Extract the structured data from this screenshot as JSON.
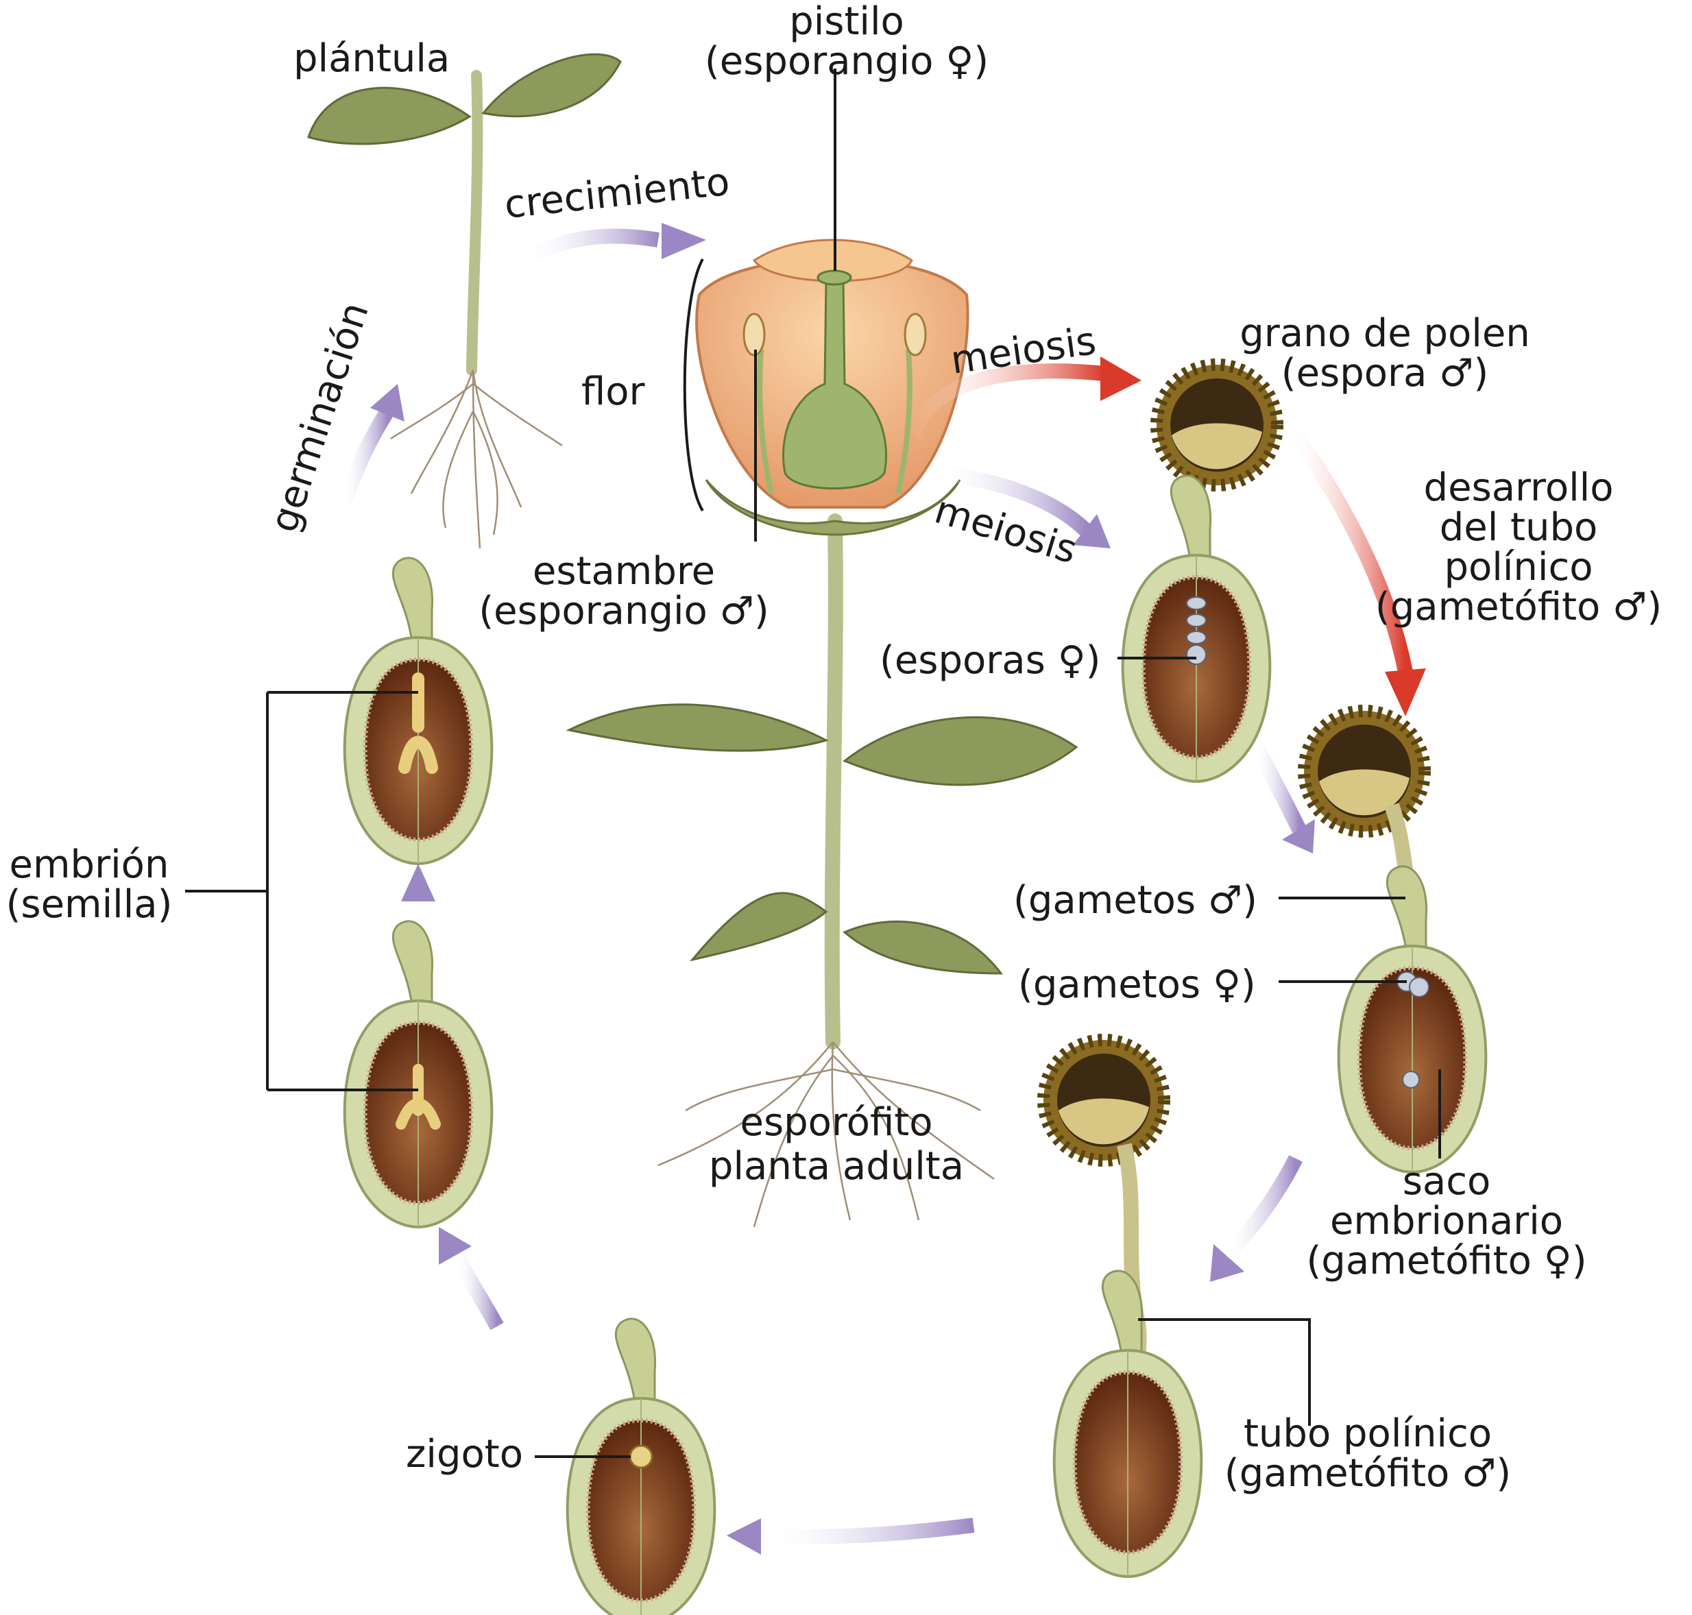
{
  "labels": {
    "plantula": "plántula",
    "pistilo_1": "pistilo",
    "pistilo_2": "(esporangio ♀)",
    "crecimiento": "crecimiento",
    "germinacion": "germinación",
    "flor": "flor",
    "meiosis_top": "meiosis",
    "meiosis_bottom": "meiosis",
    "grano_1": "grano de polen",
    "grano_2": "(espora ♂)",
    "estambre_1": "estambre",
    "estambre_2": "(esporangio ♂)",
    "desarrollo_1": "desarrollo",
    "desarrollo_2": "del tubo",
    "desarrollo_3": "polínico",
    "desarrollo_4": "(gametófito ♂)",
    "esporas": "(esporas ♀)",
    "embrion_1": "embrión",
    "embrion_2": "(semilla)",
    "gametos_m": "(gametos ♂)",
    "gametos_f": "(gametos ♀)",
    "esporofito_1": "esporófito",
    "esporofito_2": "planta adulta",
    "saco_1": "saco",
    "saco_2": "embrionario",
    "saco_3": "(gametófito ♀)",
    "tubo_1": "tubo polínico",
    "tubo_2": "(gametófito ♂)",
    "zigoto": "zigoto"
  },
  "colors": {
    "cycle_arrow": "#9b87c4",
    "meiosis_male_arrow": "#d93a2a",
    "leaf": "#8c9a5b",
    "ovule_wall": "#cfd6a4",
    "embryo_sac": "#7a3d1c",
    "petal": "#f0b887",
    "pollen": "#8a6b22"
  }
}
